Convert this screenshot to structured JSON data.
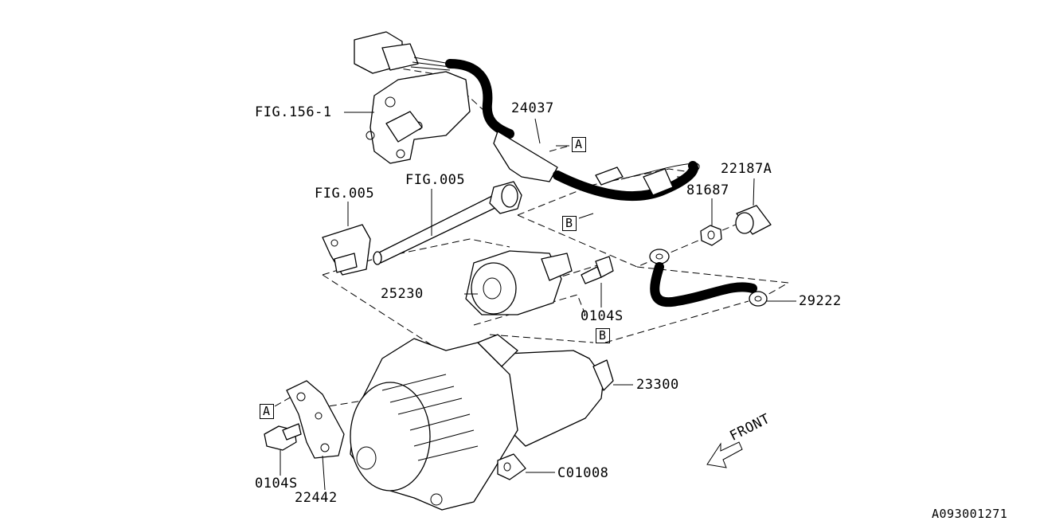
{
  "labels": {
    "fig156": "FIG.156-1",
    "p24037": "24037",
    "boxA_top": "A",
    "p22187A": "22187A",
    "p81687": "81687",
    "fig005_left": "FIG.005",
    "fig005_center": "FIG.005",
    "boxB_top": "B",
    "p25230": "25230",
    "p0104S_center": "0104S",
    "p29222": "29222",
    "boxB_mid": "B",
    "p23300": "23300",
    "boxA_bottom": "A",
    "front": "FRONT",
    "p0104S_bottom": "0104S",
    "p22442": "22442",
    "pC01008": "C01008",
    "diagram_id": "A093001271"
  }
}
